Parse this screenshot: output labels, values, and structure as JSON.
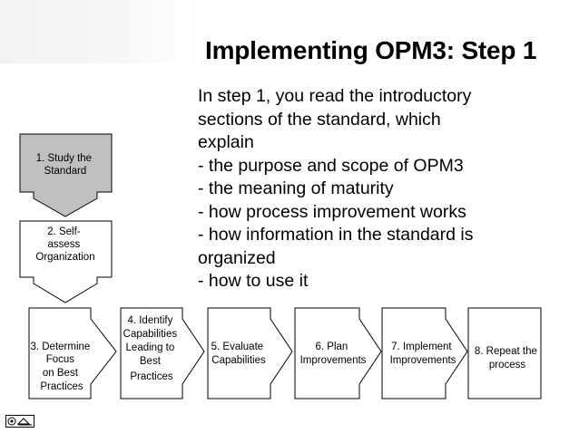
{
  "slide": {
    "title": "Implementing OPM3: Step 1",
    "intro_lines": [
      "In step 1, you read the introductory",
      "sections of the standard, which",
      "explain",
      "- the purpose and scope of OPM3",
      "- the meaning of maturity",
      "- how process improvement works",
      "- how information in the standard is",
      "organized",
      "- how to use it"
    ]
  },
  "steps": [
    {
      "id": "step-1",
      "lines": [
        "1. Study the",
        "Standard"
      ],
      "highlighted": true
    },
    {
      "id": "step-2",
      "lines": [
        "2. Self-",
        "assess",
        "Organization"
      ],
      "highlighted": false
    },
    {
      "id": "step-3",
      "lines": [
        "3. Determine",
        "Focus",
        "on Best",
        "Practices"
      ],
      "highlighted": false
    },
    {
      "id": "step-4",
      "lines": [
        "4. Identify",
        "Capabilities",
        "Leading to",
        "Best",
        "Practices"
      ],
      "highlighted": false
    },
    {
      "id": "step-5",
      "lines": [
        "5. Evaluate",
        "Capabilities"
      ],
      "highlighted": false
    },
    {
      "id": "step-6",
      "lines": [
        "6. Plan",
        "Improvements"
      ],
      "highlighted": false
    },
    {
      "id": "step-7",
      "lines": [
        "7. Implement",
        "Improvements"
      ],
      "highlighted": false
    },
    {
      "id": "step-8",
      "lines": [
        "8. Repeat the",
        "process"
      ],
      "highlighted": false
    }
  ],
  "colors": {
    "highlight_fill": "#c0c0c0",
    "box_fill": "#ffffff",
    "stroke": "#000000"
  },
  "icons": [
    "navigation-icon"
  ]
}
